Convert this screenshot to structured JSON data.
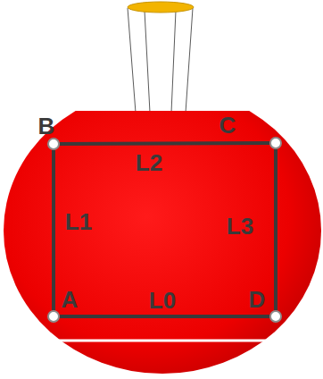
{
  "diagram": {
    "nodes": [
      {
        "text": [
          "B"
        ]
      },
      {
        "text": [
          "C"
        ]
      },
      {
        "text": [
          "A"
        ]
      },
      {
        "text": [
          "D"
        ]
      }
    ],
    "edges": [
      {
        "from": 0,
        "to": 1,
        "arrow": "none",
        "label": "L2"
      },
      {
        "from": 2,
        "to": 0,
        "arrow": "none",
        "label": "L1"
      },
      {
        "from": 1,
        "to": 3,
        "arrow": "none",
        "label": "L3"
      },
      {
        "from": 2,
        "to": 3,
        "arrow": "none",
        "label": "L0"
      }
    ]
  }
}
